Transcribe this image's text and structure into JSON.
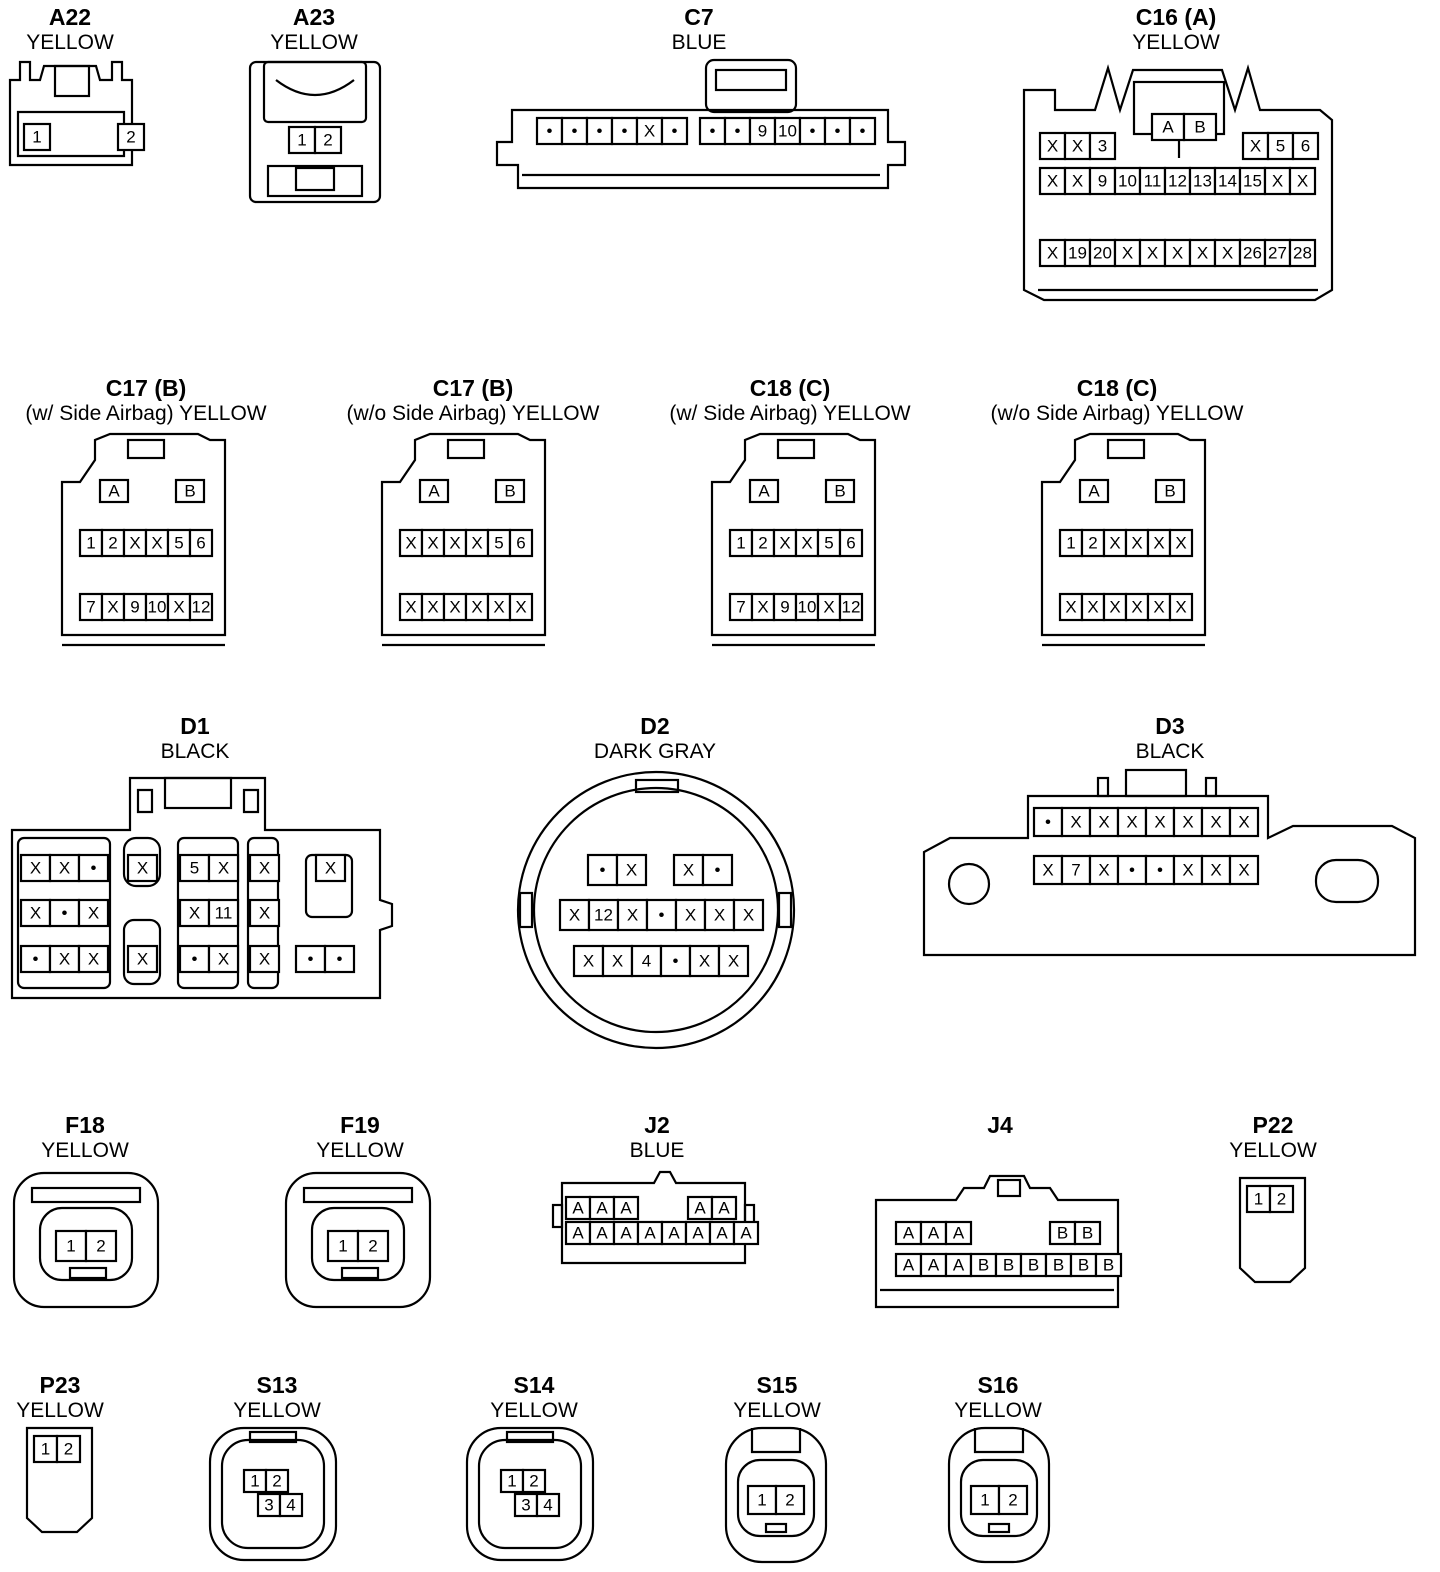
{
  "connectors": [
    {
      "key": "A22",
      "id": "A22",
      "sub": "YELLOW",
      "rows": [
        [
          "1",
          "2"
        ]
      ]
    },
    {
      "key": "A23",
      "id": "A23",
      "sub": "YELLOW",
      "rows": [
        [
          "1",
          "2"
        ]
      ]
    },
    {
      "key": "C7",
      "id": "C7",
      "sub": "BLUE",
      "rows": [
        [
          "•",
          "•",
          "•",
          "•",
          "X",
          "•",
          "•",
          "•",
          "9",
          "10",
          "•",
          "•",
          "•"
        ]
      ]
    },
    {
      "key": "C16",
      "id": "C16 (A)",
      "sub": "YELLOW",
      "rows": [
        [
          "A",
          "B"
        ],
        [
          "X",
          "X",
          "3",
          "X",
          "5",
          "6"
        ],
        [
          "X",
          "X",
          "9",
          "10",
          "11",
          "12",
          "13",
          "14",
          "15",
          "X",
          "X"
        ],
        [
          "X",
          "19",
          "20",
          "X",
          "X",
          "X",
          "X",
          "X",
          "26",
          "27",
          "28"
        ]
      ]
    },
    {
      "key": "C17w",
      "id": "C17 (B)",
      "sub": "(w/ Side Airbag)   YELLOW",
      "rows": [
        [
          "A",
          "B"
        ],
        [
          "1",
          "2",
          "X",
          "X",
          "5",
          "6"
        ],
        [
          "7",
          "X",
          "9",
          "10",
          "X",
          "12"
        ]
      ]
    },
    {
      "key": "C17wo",
      "id": "C17 (B)",
      "sub": "(w/o Side Airbag)   YELLOW",
      "rows": [
        [
          "A",
          "B"
        ],
        [
          "X",
          "X",
          "X",
          "X",
          "5",
          "6"
        ],
        [
          "X",
          "X",
          "X",
          "X",
          "X",
          "X"
        ]
      ]
    },
    {
      "key": "C18w",
      "id": "C18 (C)",
      "sub": "(w/ Side Airbag)   YELLOW",
      "rows": [
        [
          "A",
          "B"
        ],
        [
          "1",
          "2",
          "X",
          "X",
          "5",
          "6"
        ],
        [
          "7",
          "X",
          "9",
          "10",
          "X",
          "12"
        ]
      ]
    },
    {
      "key": "C18wo",
      "id": "C18 (C)",
      "sub": "(w/o Side Airbag)   YELLOW",
      "rows": [
        [
          "A",
          "B"
        ],
        [
          "1",
          "2",
          "X",
          "X",
          "X",
          "X"
        ],
        [
          "X",
          "X",
          "X",
          "X",
          "X",
          "X"
        ]
      ]
    },
    {
      "key": "D1",
      "id": "D1",
      "sub": "BLACK",
      "rows": [
        [
          "X",
          "X",
          "•",
          "X",
          "5",
          "X",
          "X",
          "X"
        ],
        [
          "X",
          "•",
          "X",
          "X",
          "11",
          "X"
        ],
        [
          "•",
          "X",
          "X",
          "X",
          "•",
          "X",
          "X",
          "•",
          "•"
        ]
      ]
    },
    {
      "key": "D2",
      "id": "D2",
      "sub": "DARK GRAY",
      "rows": [
        [
          "•",
          "X",
          "X",
          "•"
        ],
        [
          "X",
          "12",
          "X",
          "•",
          "X",
          "X",
          "X"
        ],
        [
          "X",
          "X",
          "4",
          "•",
          "X",
          "X"
        ]
      ]
    },
    {
      "key": "D3",
      "id": "D3",
      "sub": "BLACK",
      "rows": [
        [
          "•",
          "X",
          "X",
          "X",
          "X",
          "X",
          "X",
          "X"
        ],
        [
          "X",
          "7",
          "X",
          "•",
          "•",
          "X",
          "X",
          "X"
        ]
      ]
    },
    {
      "key": "F18",
      "id": "F18",
      "sub": "YELLOW",
      "rows": [
        [
          "1",
          "2"
        ]
      ]
    },
    {
      "key": "F19",
      "id": "F19",
      "sub": "YELLOW",
      "rows": [
        [
          "1",
          "2"
        ]
      ]
    },
    {
      "key": "J2",
      "id": "J2",
      "sub": "BLUE",
      "rows": [
        [
          "A",
          "A",
          "A",
          "A",
          "A"
        ],
        [
          "A",
          "A",
          "A",
          "A",
          "A",
          "A",
          "A",
          "A"
        ]
      ]
    },
    {
      "key": "J4",
      "id": "J4",
      "sub": "",
      "rows": [
        [
          "A",
          "A",
          "A",
          "B",
          "B"
        ],
        [
          "A",
          "A",
          "A",
          "B",
          "B",
          "B",
          "B",
          "B",
          "B"
        ]
      ]
    },
    {
      "key": "P22",
      "id": "P22",
      "sub": "YELLOW",
      "rows": [
        [
          "1",
          "2"
        ]
      ]
    },
    {
      "key": "P23",
      "id": "P23",
      "sub": "YELLOW",
      "rows": [
        [
          "1",
          "2"
        ]
      ]
    },
    {
      "key": "S13",
      "id": "S13",
      "sub": "YELLOW",
      "rows": [
        [
          "1",
          "2"
        ],
        [
          "3",
          "4"
        ]
      ]
    },
    {
      "key": "S14",
      "id": "S14",
      "sub": "YELLOW",
      "rows": [
        [
          "1",
          "2"
        ],
        [
          "3",
          "4"
        ]
      ]
    },
    {
      "key": "S15",
      "id": "S15",
      "sub": "YELLOW",
      "rows": [
        [
          "1",
          "2"
        ]
      ]
    },
    {
      "key": "S16",
      "id": "S16",
      "sub": "YELLOW",
      "rows": [
        [
          "1",
          "2"
        ]
      ]
    }
  ]
}
